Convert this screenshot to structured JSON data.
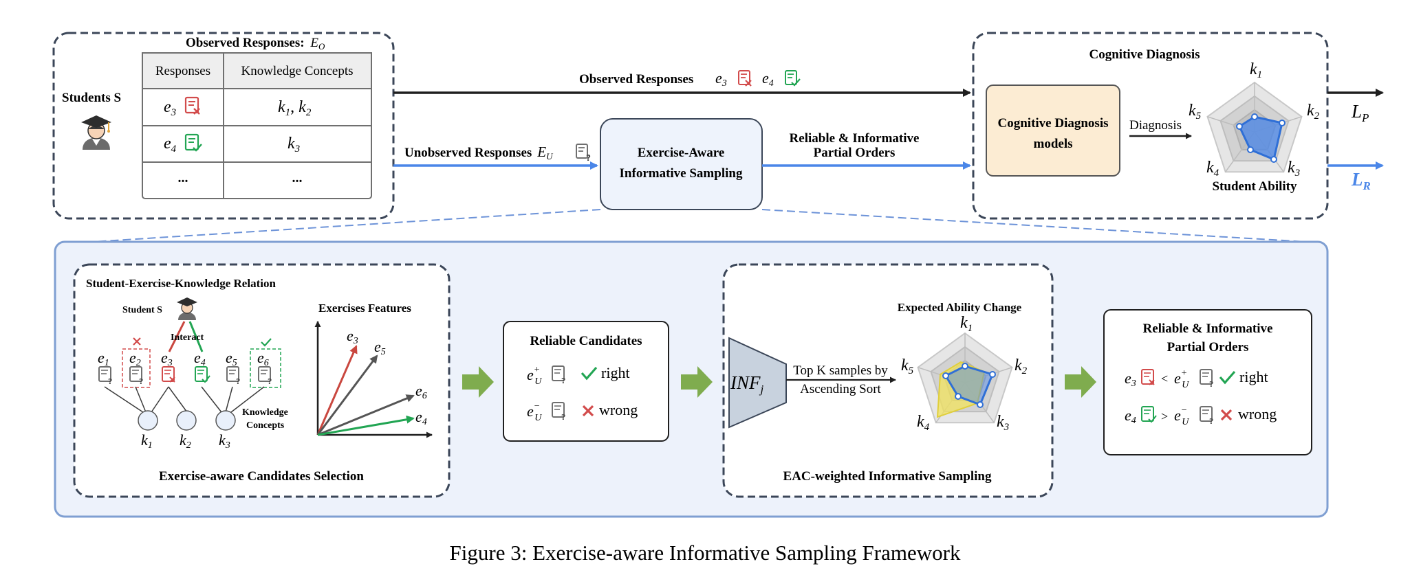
{
  "top": {
    "left_box": {
      "title": "Observed Responses:",
      "title_sym": "E",
      "title_sub": "O",
      "students_label": "Students S",
      "table": {
        "headers": [
          "Responses",
          "Knowledge Concepts"
        ],
        "rows": [
          {
            "e_base": "e",
            "e_sub": "3",
            "status": "wrong",
            "concepts": "k",
            "concepts_sub1": "1",
            "concepts_sub2": "2"
          },
          {
            "e_base": "e",
            "e_sub": "4",
            "status": "right",
            "concepts": "k",
            "concepts_sub1": "3"
          },
          {
            "response": "...",
            "concepts_dots": "..."
          }
        ]
      }
    },
    "observed_arrow_label": "Observed Responses",
    "observed_e3": "e",
    "observed_e3_sub": "3",
    "observed_e4": "e",
    "observed_e4_sub": "4",
    "unobserved_label": "Unobserved Responses",
    "unobserved_sym": "E",
    "unobserved_sub": "U",
    "sampling_box": {
      "line1": "Exercise-Aware",
      "line2": "Informative Sampling"
    },
    "partial_orders_label": {
      "line1": "Reliable & Informative",
      "line2": "Partial Orders"
    },
    "right_box": {
      "title": "Cognitive Diagnosis",
      "models_line1": "Cognitive Diagnosis",
      "models_line2": "models",
      "diagnosis_label": "Diagnosis",
      "student_ability": "Student Ability",
      "k_labels": [
        {
          "base": "k",
          "sub": "1"
        },
        {
          "base": "k",
          "sub": "2"
        },
        {
          "base": "k",
          "sub": "3"
        },
        {
          "base": "k",
          "sub": "4"
        },
        {
          "base": "k",
          "sub": "5"
        }
      ]
    },
    "loss_p": {
      "base": "L",
      "sub": "P"
    },
    "loss_r": {
      "base": "L",
      "sub": "R"
    }
  },
  "bottom": {
    "relation_box": {
      "title": "Student-Exercise-Knowledge Relation",
      "student": "Student S",
      "interact": "Interact",
      "exercises": [
        {
          "base": "e",
          "sub": "1"
        },
        {
          "base": "e",
          "sub": "2"
        },
        {
          "base": "e",
          "sub": "3"
        },
        {
          "base": "e",
          "sub": "4"
        },
        {
          "base": "e",
          "sub": "5"
        },
        {
          "base": "e",
          "sub": "6"
        }
      ],
      "knowledge": [
        {
          "base": "k",
          "sub": "1"
        },
        {
          "base": "k",
          "sub": "2"
        },
        {
          "base": "k",
          "sub": "3"
        }
      ],
      "knowledge_label_line1": "Knowledge",
      "knowledge_label_line2": "Concepts",
      "features_title": "Exercises Features",
      "feature_vectors": [
        {
          "base": "e",
          "sub": "3"
        },
        {
          "base": "e",
          "sub": "5"
        },
        {
          "base": "e",
          "sub": "6"
        },
        {
          "base": "e",
          "sub": "4"
        }
      ],
      "caption": "Exercise-aware Candidates Selection"
    },
    "candidates_box": {
      "title": "Reliable Candidates",
      "plus": {
        "base": "e",
        "sub": "U",
        "sup": "+",
        "label": "right"
      },
      "minus": {
        "base": "e",
        "sub": "U",
        "sup": "−",
        "label": "wrong"
      }
    },
    "eac_box": {
      "inf_base": "INF",
      "inf_sub": "j",
      "topk_line1": "Top K samples by",
      "topk_line2": "Ascending Sort",
      "radar_title": "Expected Ability Change",
      "k_labels": [
        {
          "base": "k",
          "sub": "1"
        },
        {
          "base": "k",
          "sub": "2"
        },
        {
          "base": "k",
          "sub": "3"
        },
        {
          "base": "k",
          "sub": "4"
        },
        {
          "base": "k",
          "sub": "5"
        }
      ],
      "caption": "EAC-weighted Informative Sampling"
    },
    "orders_box": {
      "title_line1": "Reliable & Informative",
      "title_line2": "Partial Orders",
      "row1": {
        "left": "e",
        "left_sub": "3",
        "op": "<",
        "right": "e",
        "right_sub": "U",
        "right_sup": "+",
        "label": "right"
      },
      "row2": {
        "left": "e",
        "left_sub": "4",
        "op": ">",
        "right": "e",
        "right_sub": "U",
        "right_sup": "−",
        "label": "wrong"
      }
    }
  },
  "caption": "Figure 3: Exercise-aware Informative Sampling Framework",
  "colors": {
    "frame": "#3b4658",
    "blue": "#4a86e8",
    "panel_fill": "#edf2fb",
    "panel_border": "#7f9fd2",
    "red": "#d24b4b",
    "green": "#22a553",
    "gray_icon": "#6f6f6f",
    "models_fill": "#fcecd3",
    "green_arrow": "#7fac4e"
  }
}
